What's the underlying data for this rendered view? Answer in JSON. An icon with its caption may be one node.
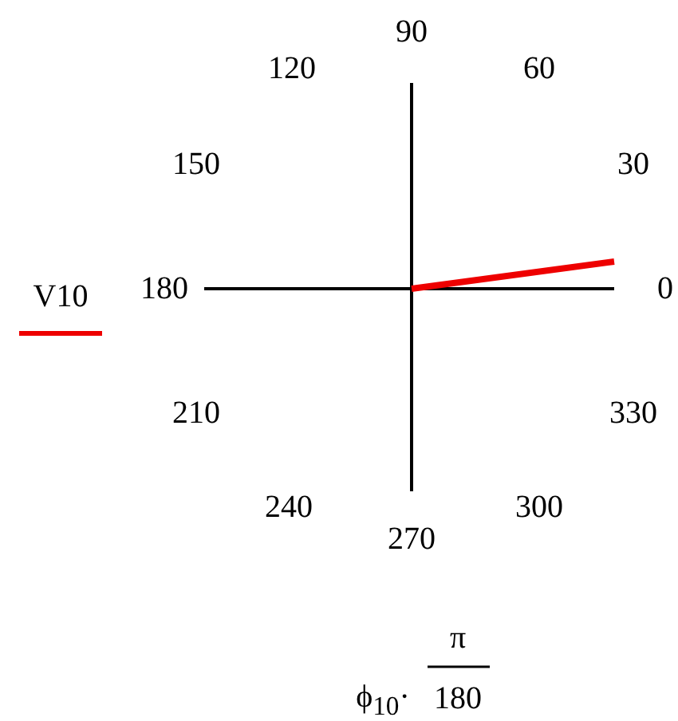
{
  "diagram": {
    "labels": [
      "90",
      "120",
      "60",
      "150",
      "30",
      "180",
      "0",
      "210",
      "330",
      "240",
      "300",
      "270",
      "ϕ$_{10}$·",
      "π",
      "180"
    ],
    "legend": [
      {
        "text": "V10"
      }
    ]
  }
}
